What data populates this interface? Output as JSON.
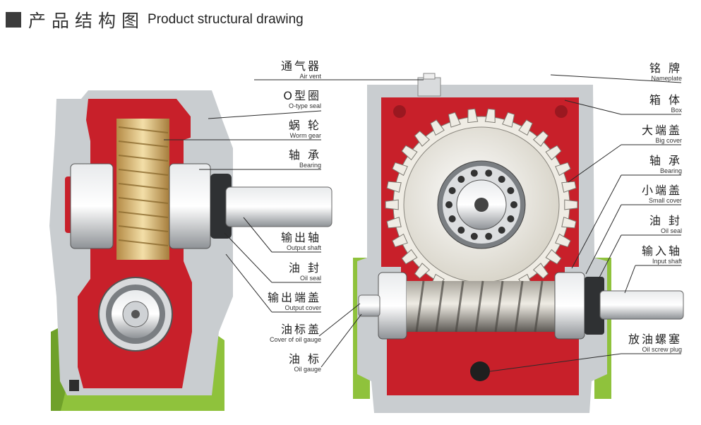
{
  "header": {
    "title_cn": "产品结构图",
    "title_en": "Product structural drawing"
  },
  "labels": {
    "air_vent": {
      "cn": "通气器",
      "en": "Air vent"
    },
    "o_ring": {
      "cn": "O型圈",
      "en": "O-type seal"
    },
    "worm_gear": {
      "cn": "蜗 轮",
      "en": "Worm gear"
    },
    "bearing_left": {
      "cn": "轴 承",
      "en": "Bearing"
    },
    "output_shaft": {
      "cn": "输出轴",
      "en": "Output shaft"
    },
    "oil_seal_left": {
      "cn": "油 封",
      "en": "Oil seal"
    },
    "output_cover": {
      "cn": "输出端盖",
      "en": "Output cover"
    },
    "oil_gauge_cover": {
      "cn": "油标盖",
      "en": "Cover of oil gauge"
    },
    "oil_gauge": {
      "cn": "油 标",
      "en": "Oil gauge"
    },
    "nameplate": {
      "cn": "铭 牌",
      "en": "Nameplate"
    },
    "box": {
      "cn": "箱 体",
      "en": "Box"
    },
    "big_cover": {
      "cn": "大端盖",
      "en": "Big cover"
    },
    "bearing_right": {
      "cn": "轴 承",
      "en": "Bearing"
    },
    "small_cover": {
      "cn": "小端盖",
      "en": "Small cover"
    },
    "oil_seal_right": {
      "cn": "油 封",
      "en": "Oil seal"
    },
    "input_shaft": {
      "cn": "输入轴",
      "en": "Input shaft"
    },
    "oil_screw_plug": {
      "cn": "放油螺塞",
      "en": "Oil screw plug"
    }
  },
  "colors": {
    "housing_red": "#c8202a",
    "housing_gray": "#c9cdd0",
    "base_green": "#8fc23c",
    "brass": "#d9b873",
    "steel": "#b9bcc0"
  }
}
